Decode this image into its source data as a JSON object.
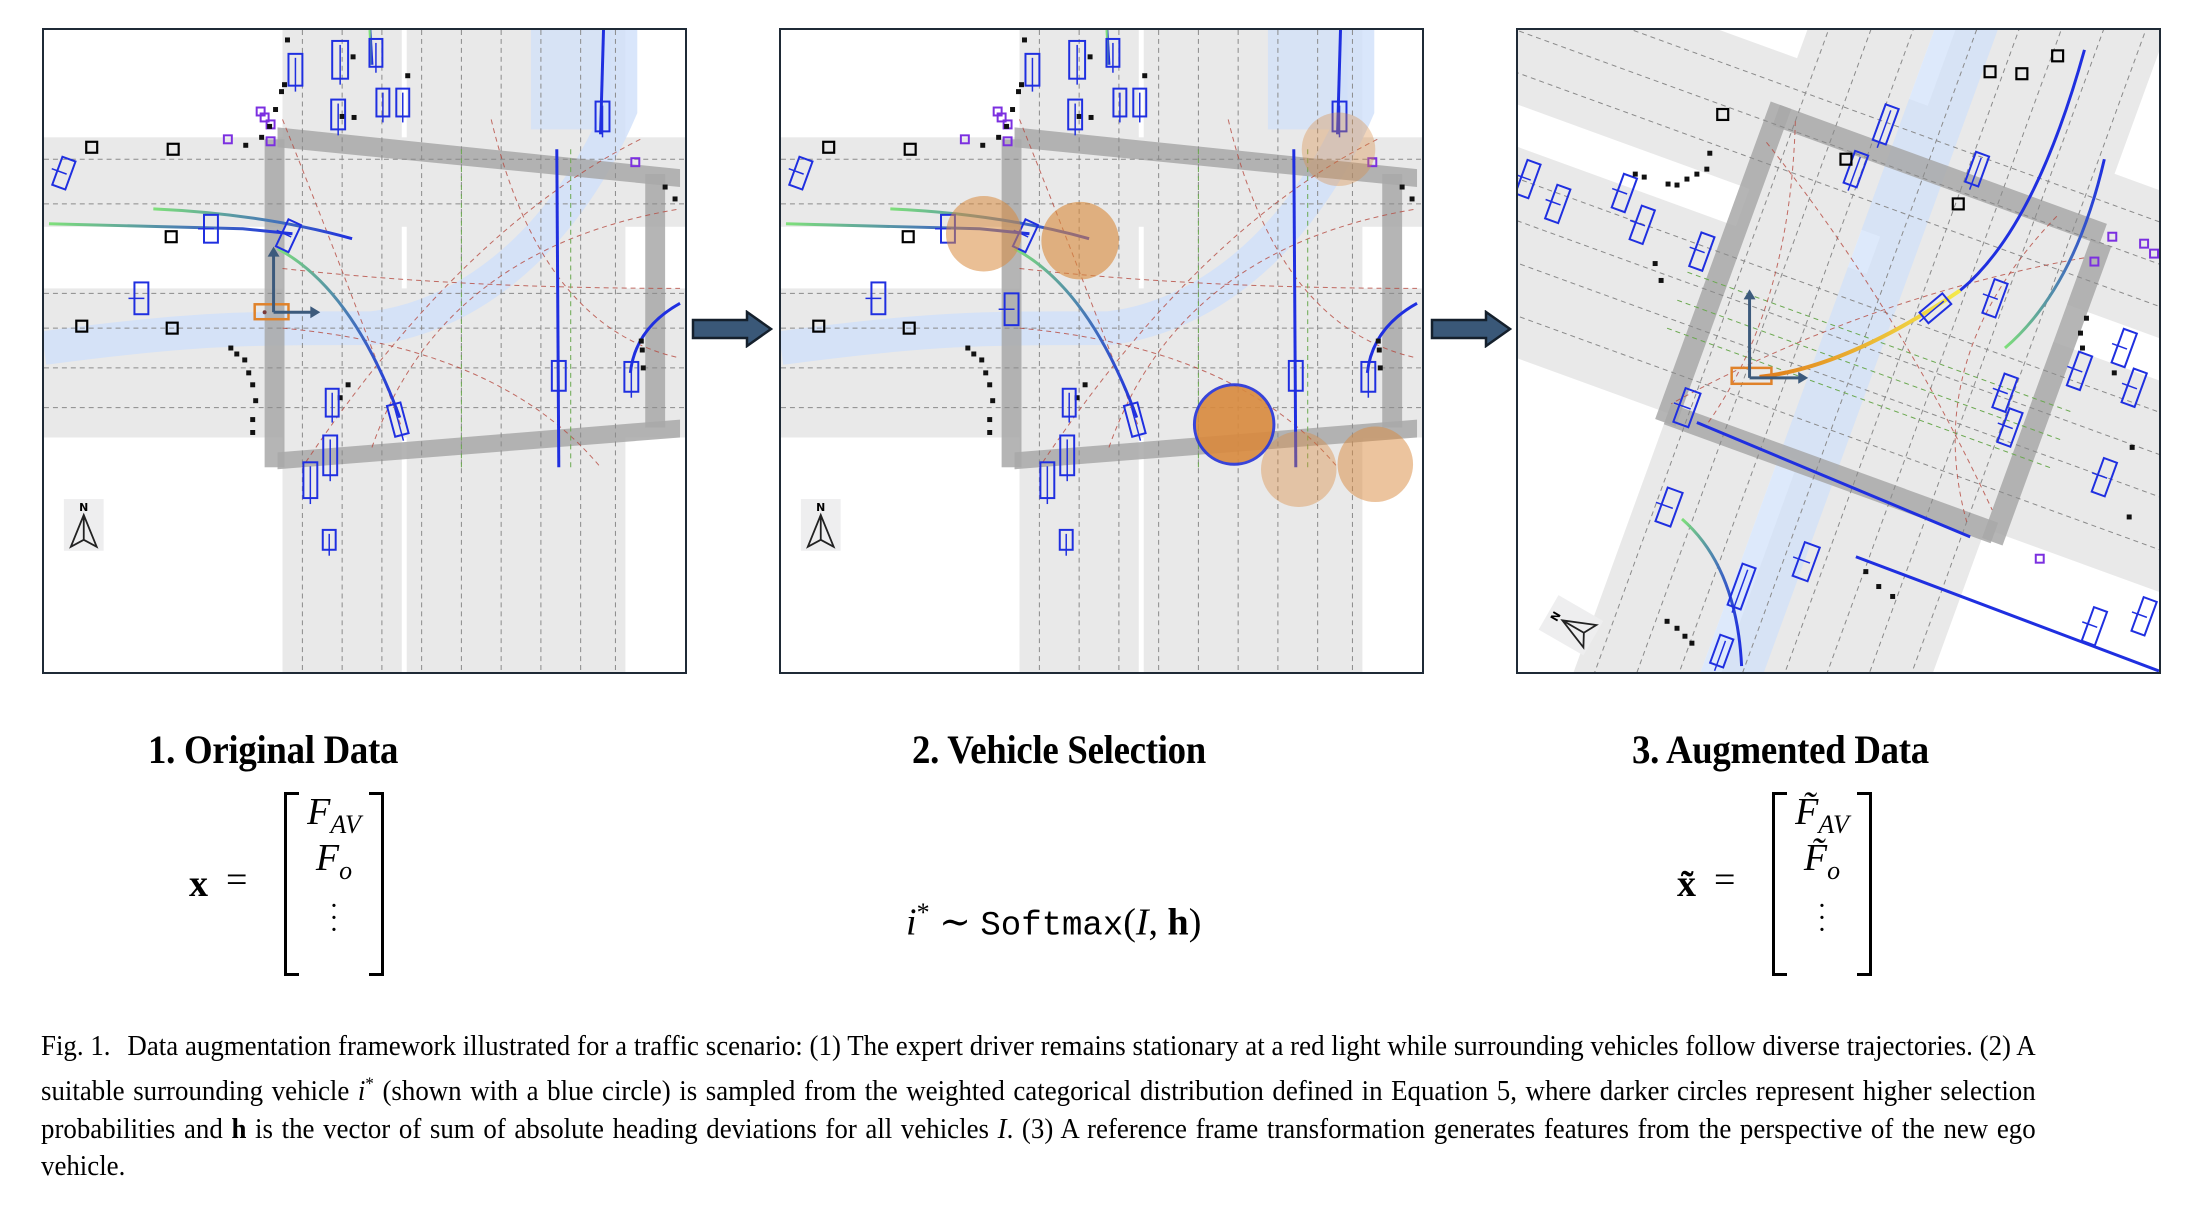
{
  "figure": {
    "steps": [
      {
        "number": "1.",
        "title": "1. Original Data"
      },
      {
        "number": "2.",
        "title": "2. Vehicle Selection"
      },
      {
        "number": "3.",
        "title": "3. Augmented Data"
      }
    ],
    "equations": {
      "original": {
        "lhs": "x",
        "eq": "=",
        "rows": [
          "F",
          "F"
        ],
        "subs": [
          "AV",
          "o"
        ],
        "dots": "⋮"
      },
      "selection": {
        "var": "i",
        "sup": "*",
        "sim": "∼",
        "func": "Softmax",
        "open": "(",
        "arg1": "I",
        "comma": ",",
        "arg2": "h",
        "close": ")"
      },
      "augmented": {
        "lhs": "x̃",
        "eq": "=",
        "rows": [
          "F̃",
          "F̃"
        ],
        "subs": [
          "AV",
          "o"
        ],
        "dots": "⋮"
      }
    },
    "compass": {
      "label": "N"
    },
    "colors": {
      "vehicle": "#1f2fe0",
      "ego": "#e0822a",
      "ego_axes": "#3c5a7c",
      "flow_arrow": "#3a5878",
      "flow_arrow_outline": "#15202c",
      "selection_circle": "#d98a3e",
      "selected_ring": "#2533d8",
      "crosswalk": "#a8a8a8",
      "road": "#e9e9e9",
      "route_highlight": "#cfe0fa",
      "lane_center": "#8a8a8a",
      "connector": "#b5493f",
      "green_lane": "#6aa84f",
      "pedestrian": "#7b2fe0",
      "trajectory_start": "#7fe07a",
      "trajectory_end": "#1f2fe0",
      "augmented_traj_start": "#e07a1a",
      "augmented_traj_end": "#f4ea4a"
    },
    "selection_probabilities": {
      "candidates": [
        0.55,
        0.62,
        0.35,
        0.4,
        0.5,
        0.9
      ],
      "selected_index": 5
    }
  },
  "caption": {
    "label": "Fig. 1.",
    "parts": [
      {
        "t": "text",
        "v": "Data augmentation framework illustrated for a traffic scenario: (1) The expert driver remains stationary at a red light while surrounding vehicles follow diverse trajectories. (2) A suitable surrounding vehicle "
      },
      {
        "t": "it",
        "v": "i"
      },
      {
        "t": "sup",
        "v": "*"
      },
      {
        "t": "text",
        "v": " (shown with a blue circle) is sampled from the weighted categorical distribution defined in Equation 5, where darker circles represent higher selection probabilities and "
      },
      {
        "t": "bold",
        "v": "h"
      },
      {
        "t": "text",
        "v": " is the vector of sum of absolute heading deviations for all vehicles "
      },
      {
        "t": "it",
        "v": "I"
      },
      {
        "t": "text",
        "v": ". (3) A reference frame transformation generates features from the perspective of the new ego vehicle."
      }
    ]
  }
}
